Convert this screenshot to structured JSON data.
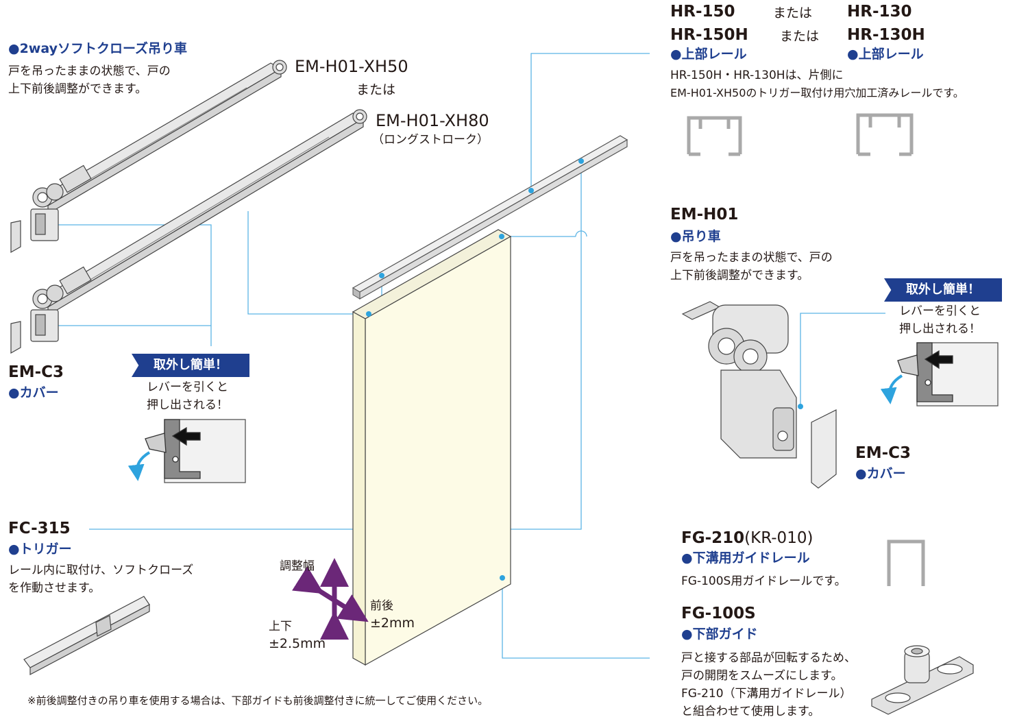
{
  "rails": {
    "hr150": "HR-150",
    "hr130": "HR-130",
    "hr150h": "HR-150H",
    "hr130h": "HR-130H",
    "or1": "または",
    "or2": "または",
    "title1": "●上部レール",
    "title2": "●上部レール",
    "note_1": "HR-150H・HR-130Hは、片側に",
    "note_2": "EM-H01-XH50のトリガー取付け用穴加工済みレールです。"
  },
  "soft_close": {
    "title": "●2wayソフトクローズ吊り車",
    "desc_1": "戸を吊ったままの状態で、戸の",
    "desc_2": "上下前後調整ができます。",
    "code_1": "EM-H01-XH50",
    "or": "または",
    "code_2": "EM-H01-XH80",
    "code_2_sub": "（ロングストローク）"
  },
  "hanger": {
    "code": "EM-H01",
    "title": "●吊り車",
    "desc_1": "戸を吊ったままの状態で、戸の",
    "desc_2": "上下前後調整ができます。"
  },
  "easy_remove_left": {
    "badge": "取外し簡単！",
    "line_1": "レバーを引くと",
    "line_2": "押し出される！"
  },
  "easy_remove_right": {
    "badge": "取外し簡単！",
    "line_1": "レバーを引くと",
    "line_2": "押し出される！"
  },
  "cover_left": {
    "code": "EM-C3",
    "title": "●カバー"
  },
  "cover_right": {
    "code": "EM-C3",
    "title": "●カバー"
  },
  "trigger": {
    "code": "FC-315",
    "title": "●トリガー",
    "desc_1": "レール内に取付け、ソフトクローズ",
    "desc_2": "を作動させます。"
  },
  "adjust": {
    "label": "調整幅",
    "front_back": "前後",
    "front_back_val": "±2mm",
    "up_down": "上下",
    "up_down_val": "±2.5mm"
  },
  "guide_rail": {
    "code": "FG-210",
    "code_alt": "(KR-010)",
    "title": "●下溝用ガイドレール",
    "desc": "FG-100S用ガイドレールです。"
  },
  "bottom_guide": {
    "code": "FG-100S",
    "title": "●下部ガイド",
    "desc_1": "戸と接する部品が回転するため、",
    "desc_2": "戸の開閉をスムーズにします。",
    "desc_3": "FG-210（下溝用ガイドレール）",
    "desc_4": "と組合わせて使用します。"
  },
  "footnote": "※前後調整付きの吊り車を使用する場合は、下部ガイドも前後調整付きに統一してご使用ください。",
  "colors": {
    "leader": "#5bb4e5",
    "door": "#fdfbe6",
    "brand_blue": "#1f3f8f",
    "arrow": "#6b2778",
    "metal": "#c9c9c9"
  }
}
